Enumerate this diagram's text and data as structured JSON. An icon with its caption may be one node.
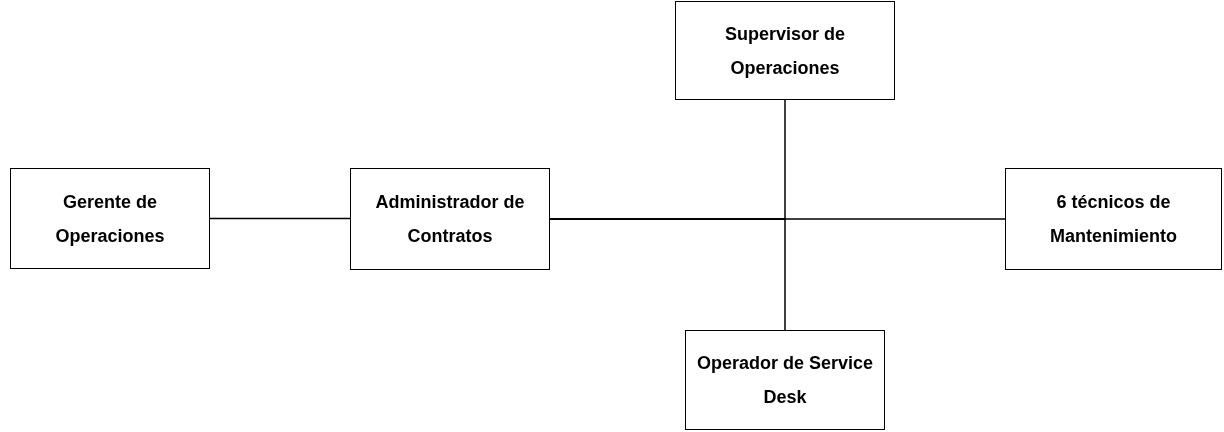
{
  "diagram": {
    "nodes": [
      {
        "text": [
          "Gerente de Operaciones"
        ]
      },
      {
        "text": [
          "Administrador de Contratos"
        ]
      },
      {
        "text": [
          "Supervisor de Operaciones"
        ]
      },
      {
        "text": [
          "6 técnicos de Mantenimiento"
        ]
      },
      {
        "text": [
          "Operador de Service Desk"
        ]
      }
    ],
    "edges": [
      {
        "from": 0,
        "to": 1,
        "arrow": "none"
      },
      {
        "from": 1,
        "to": 2,
        "arrow": "none"
      },
      {
        "from": 1,
        "to": 3,
        "arrow": "none"
      },
      {
        "from": 1,
        "to": 4,
        "arrow": "none"
      }
    ]
  }
}
